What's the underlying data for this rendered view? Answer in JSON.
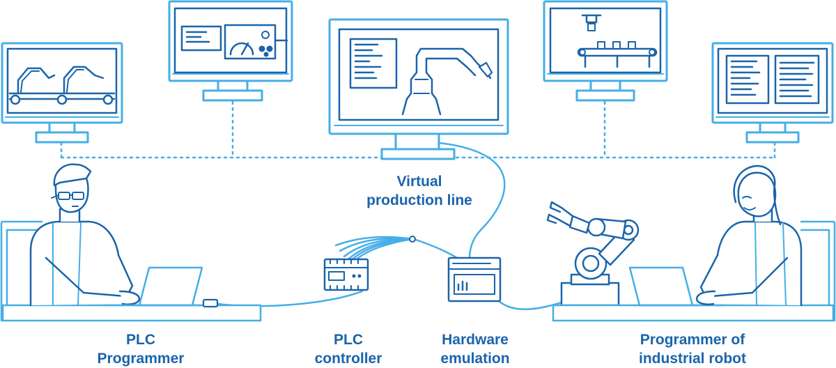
{
  "labels": {
    "virtual_line_1": "Virtual",
    "virtual_line_2": "production line",
    "plc_programmer_1": "PLC",
    "plc_programmer_2": "Programmer",
    "plc_controller_1": "PLC",
    "plc_controller_2": "controller",
    "hardware_emulation_1": "Hardware",
    "hardware_emulation_2": "emulation",
    "robot_programmer_1": "Programmer of",
    "robot_programmer_2": "industrial robot"
  },
  "colors": {
    "dark_blue": "#1a64ab",
    "light_blue": "#45aee6",
    "white": "#ffffff"
  },
  "icons": [
    "monitor-robots-icon",
    "monitor-gauge-icon",
    "monitor-robot-arm-icon",
    "monitor-conveyor-icon",
    "monitor-code-icon",
    "person-icon",
    "laptop-icon",
    "usb-plug-icon",
    "plc-module-icon",
    "emulator-box-icon",
    "industrial-robot-icon"
  ]
}
